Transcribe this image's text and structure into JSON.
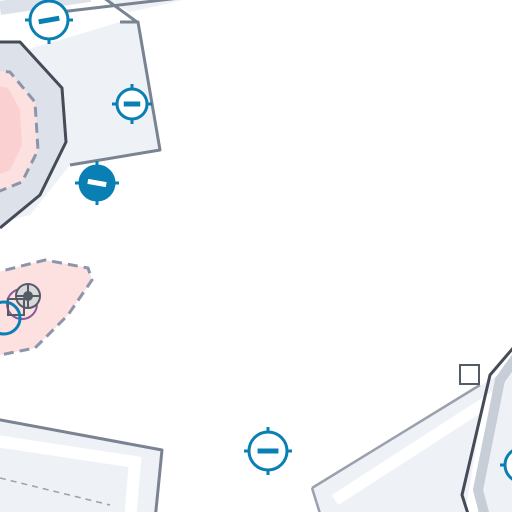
{
  "map": {
    "colors": {
      "background": "#ffffff",
      "boundary_fill": "#eef1f6",
      "boundary_stroke": "#7a8391",
      "zone_fill": "#fde0e0",
      "zone_stroke": "#8e95aa",
      "outer_ring": "#454b57",
      "marker": "#0a7fb4",
      "waypoint": "#555b66"
    },
    "markers": [
      {
        "name": "marker-top",
        "icon": "crosshair-minus-icon",
        "filled": false
      },
      {
        "name": "marker-upper",
        "icon": "crosshair-minus-icon",
        "filled": false
      },
      {
        "name": "marker-filled",
        "icon": "crosshair-minus-icon",
        "filled": true
      },
      {
        "name": "marker-bottom",
        "icon": "crosshair-minus-icon",
        "filled": false
      },
      {
        "name": "marker-right-edge",
        "icon": "crosshair-minus-icon",
        "filled": false
      }
    ],
    "waypoint": {
      "icon": "square-waypoint-icon"
    },
    "cluster": {
      "icon": "target-cluster-icon"
    }
  }
}
